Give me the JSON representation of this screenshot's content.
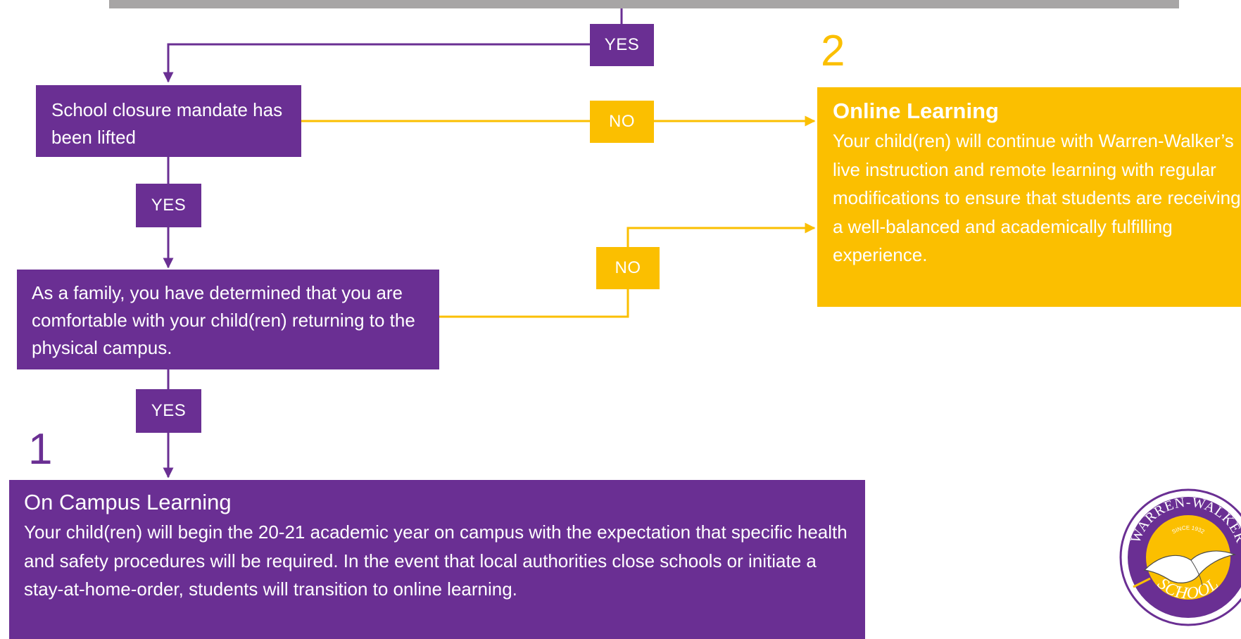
{
  "flowchart": {
    "labels": {
      "yes_top": "YES",
      "yes_mid": "YES",
      "yes_bottom": "YES",
      "no_upper": "NO",
      "no_lower": "NO"
    },
    "decisions": {
      "closure_lifted": "School closure mandate has been lifted",
      "family_comfortable": "As a family, you have determined that you are comfortable with your child(ren) returning to the physical campus."
    },
    "outcomes": {
      "on_campus": {
        "number": "1",
        "title": "On Campus Learning",
        "body": "Your child(ren) will begin the 20-21 academic year on campus with the expectation that specific health and safety procedures will be required. In the event that local authorities close schools or initiate a stay-at-home-order, students will transition to online learning."
      },
      "online": {
        "number": "2",
        "title": "Online Learning",
        "body": "Your child(ren) will continue with Warren-Walker’s live instruction and remote learning with regular modifications to ensure that students are receiving a well-balanced and academically fulfilling experience."
      }
    },
    "logo": {
      "top_text": "WARREN-WALKER",
      "since_text": "SINCE 1932",
      "bottom_text": "SCHOOL"
    }
  },
  "colors": {
    "purple": "#6a2f93",
    "gold": "#fbbf00",
    "gray_bar": "#a7a5a5",
    "white": "#ffffff"
  }
}
